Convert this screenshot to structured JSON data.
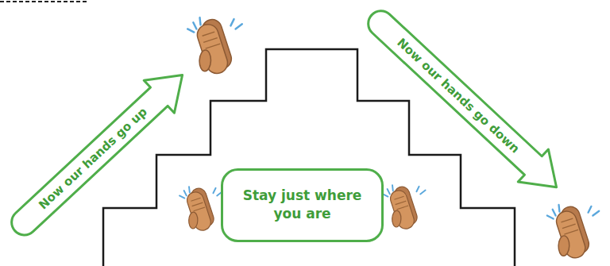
{
  "diagram": {
    "nodes": [
      {
        "text": [
          "Now our hands go up"
        ]
      },
      {
        "text": [
          "Stay just where you are"
        ]
      },
      {
        "text": [
          "Now our hands go down"
        ]
      }
    ]
  }
}
